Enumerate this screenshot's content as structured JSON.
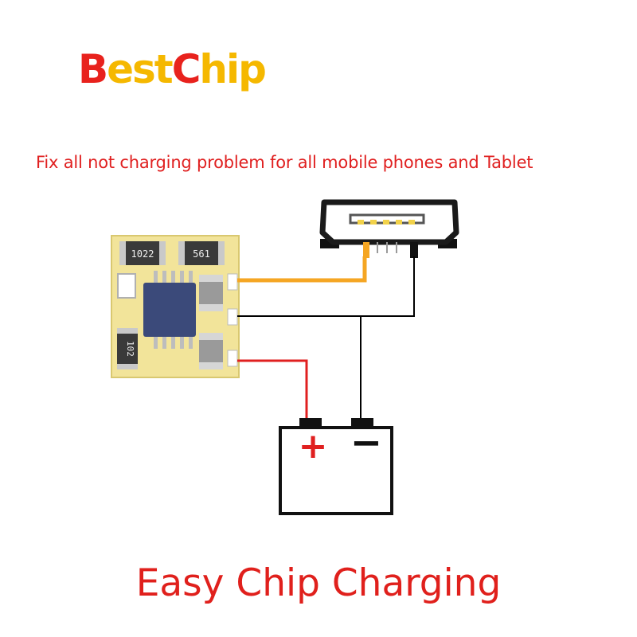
{
  "logo": {
    "part1": "B",
    "part2": "est",
    "part3": "C",
    "part4": "hip"
  },
  "subtitle": "Fix all not charging problem for all mobile phones and Tablet",
  "caption": "Easy Chip Charging",
  "board": {
    "resistor_top_left": "1022",
    "resistor_top_right": "561",
    "resistor_left": "102"
  },
  "battery": {
    "plus": "+",
    "minus": "−"
  },
  "colors": {
    "red": "#e02020",
    "yellow": "#f5b800",
    "orange": "#f5a623",
    "wire": "#000000",
    "pcb": "#f2e49a"
  }
}
